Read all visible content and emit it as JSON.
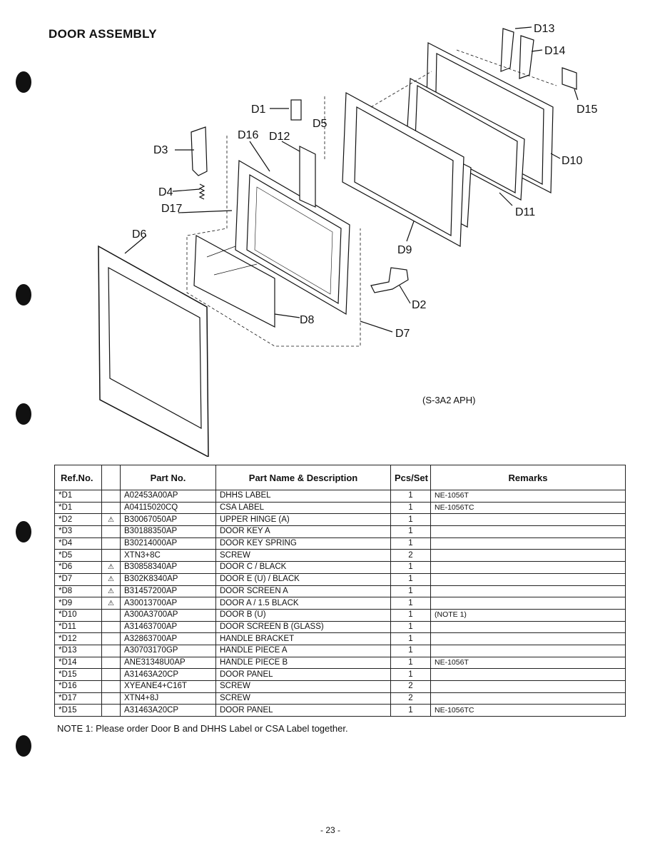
{
  "title": "DOOR ASSEMBLY",
  "diagram": {
    "callouts": [
      "D1",
      "D2",
      "D3",
      "D4",
      "D5",
      "D6",
      "D7",
      "D8",
      "D9",
      "D10",
      "D11",
      "D12",
      "D13",
      "D14",
      "D15",
      "D16",
      "D17"
    ],
    "model_code": "(S-3A2 APH)"
  },
  "table": {
    "headers": {
      "ref": "Ref.No.",
      "part": "Part No.",
      "name": "Part Name & Description",
      "pcs": "Pcs/Set",
      "remarks": "Remarks"
    },
    "warning_symbol": "⚠",
    "rows": [
      {
        "ref": "*D1",
        "warn": "",
        "part": "A02453A00AP",
        "name": "DHHS LABEL",
        "pcs": "1",
        "remarks": "NE-1056T"
      },
      {
        "ref": "*D1",
        "warn": "",
        "part": "A04115020CQ",
        "name": "CSA LABEL",
        "pcs": "1",
        "remarks": "NE-1056TC"
      },
      {
        "ref": "*D2",
        "warn": "⚠",
        "part": "B30067050AP",
        "name": "UPPER HINGE (A)",
        "pcs": "1",
        "remarks": ""
      },
      {
        "ref": "*D3",
        "warn": "",
        "part": "B30188350AP",
        "name": "DOOR KEY A",
        "pcs": "1",
        "remarks": ""
      },
      {
        "ref": "*D4",
        "warn": "",
        "part": "B30214000AP",
        "name": "DOOR KEY SPRING",
        "pcs": "1",
        "remarks": ""
      },
      {
        "ref": "*D5",
        "warn": "",
        "part": "XTN3+8C",
        "name": "SCREW",
        "pcs": "2",
        "remarks": ""
      },
      {
        "ref": "*D6",
        "warn": "⚠",
        "part": "B30858340AP",
        "name": "DOOR C / BLACK",
        "pcs": "1",
        "remarks": ""
      },
      {
        "ref": "*D7",
        "warn": "⚠",
        "part": "B302K8340AP",
        "name": "DOOR E (U) / BLACK",
        "pcs": "1",
        "remarks": ""
      },
      {
        "ref": "*D8",
        "warn": "⚠",
        "part": "B31457200AP",
        "name": "DOOR SCREEN A",
        "pcs": "1",
        "remarks": ""
      },
      {
        "ref": "*D9",
        "warn": "⚠",
        "part": "A30013700AP",
        "name": "DOOR A / 1.5 BLACK",
        "pcs": "1",
        "remarks": ""
      },
      {
        "ref": "*D10",
        "warn": "",
        "part": "A300A3700AP",
        "name": "DOOR B (U)",
        "pcs": "1",
        "remarks": "(NOTE 1)"
      },
      {
        "ref": "*D11",
        "warn": "",
        "part": "A31463700AP",
        "name": "DOOR SCREEN B (GLASS)",
        "pcs": "1",
        "remarks": ""
      },
      {
        "ref": "*D12",
        "warn": "",
        "part": "A32863700AP",
        "name": "HANDLE BRACKET",
        "pcs": "1",
        "remarks": ""
      },
      {
        "ref": "*D13",
        "warn": "",
        "part": "A30703170GP",
        "name": "HANDLE PIECE A",
        "pcs": "1",
        "remarks": ""
      },
      {
        "ref": "*D14",
        "warn": "",
        "part": "ANE31348U0AP",
        "name": "HANDLE PIECE B",
        "pcs": "1",
        "remarks": "NE-1056T"
      },
      {
        "ref": "*D15",
        "warn": "",
        "part": "A31463A20CP",
        "name": "DOOR PANEL",
        "pcs": "1",
        "remarks": ""
      },
      {
        "ref": "*D16",
        "warn": "",
        "part": "XYEANE4+C16T",
        "name": "SCREW",
        "pcs": "2",
        "remarks": ""
      },
      {
        "ref": "*D17",
        "warn": "",
        "part": "XTN4+8J",
        "name": "SCREW",
        "pcs": "2",
        "remarks": ""
      },
      {
        "ref": "*D15",
        "warn": "",
        "part": "A31463A20CP",
        "name": "DOOR PANEL",
        "pcs": "1",
        "remarks": "NE-1056TC"
      }
    ]
  },
  "note": "NOTE 1: Please order Door B and DHHS Label or CSA Label together.",
  "page_number": "- 23 -"
}
